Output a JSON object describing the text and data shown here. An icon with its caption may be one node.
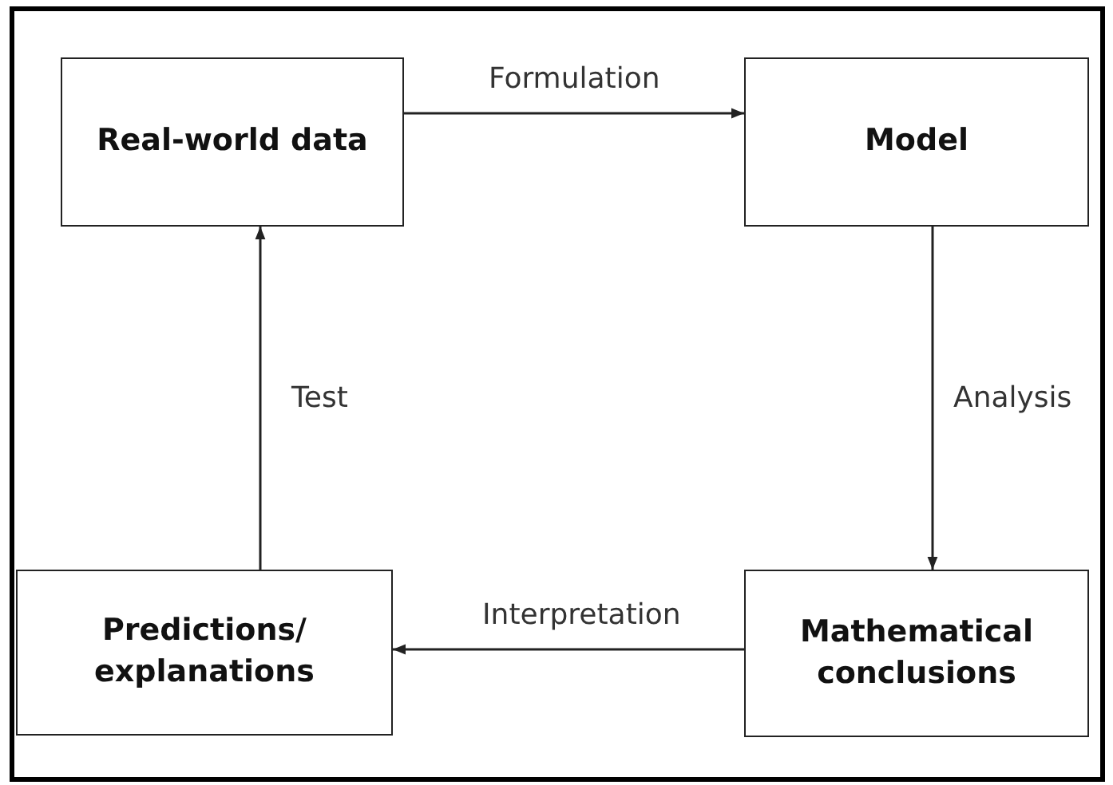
{
  "diagram": {
    "nodes": [
      {
        "text": [
          "Real-world data"
        ]
      },
      {
        "text": [
          "Model"
        ]
      },
      {
        "text": [
          "Predictions/ explanations"
        ]
      },
      {
        "text": [
          "Mathematical conclusions"
        ]
      }
    ],
    "edges": [
      {
        "from": 0,
        "to": 1,
        "arrow": "to",
        "label": "Formulation"
      },
      {
        "from": 1,
        "to": 3,
        "arrow": "to",
        "label": "Analysis"
      },
      {
        "from": 3,
        "to": 2,
        "arrow": "to",
        "label": "Interpretation"
      },
      {
        "from": 2,
        "to": 0,
        "arrow": "to",
        "label": "Test"
      }
    ]
  }
}
